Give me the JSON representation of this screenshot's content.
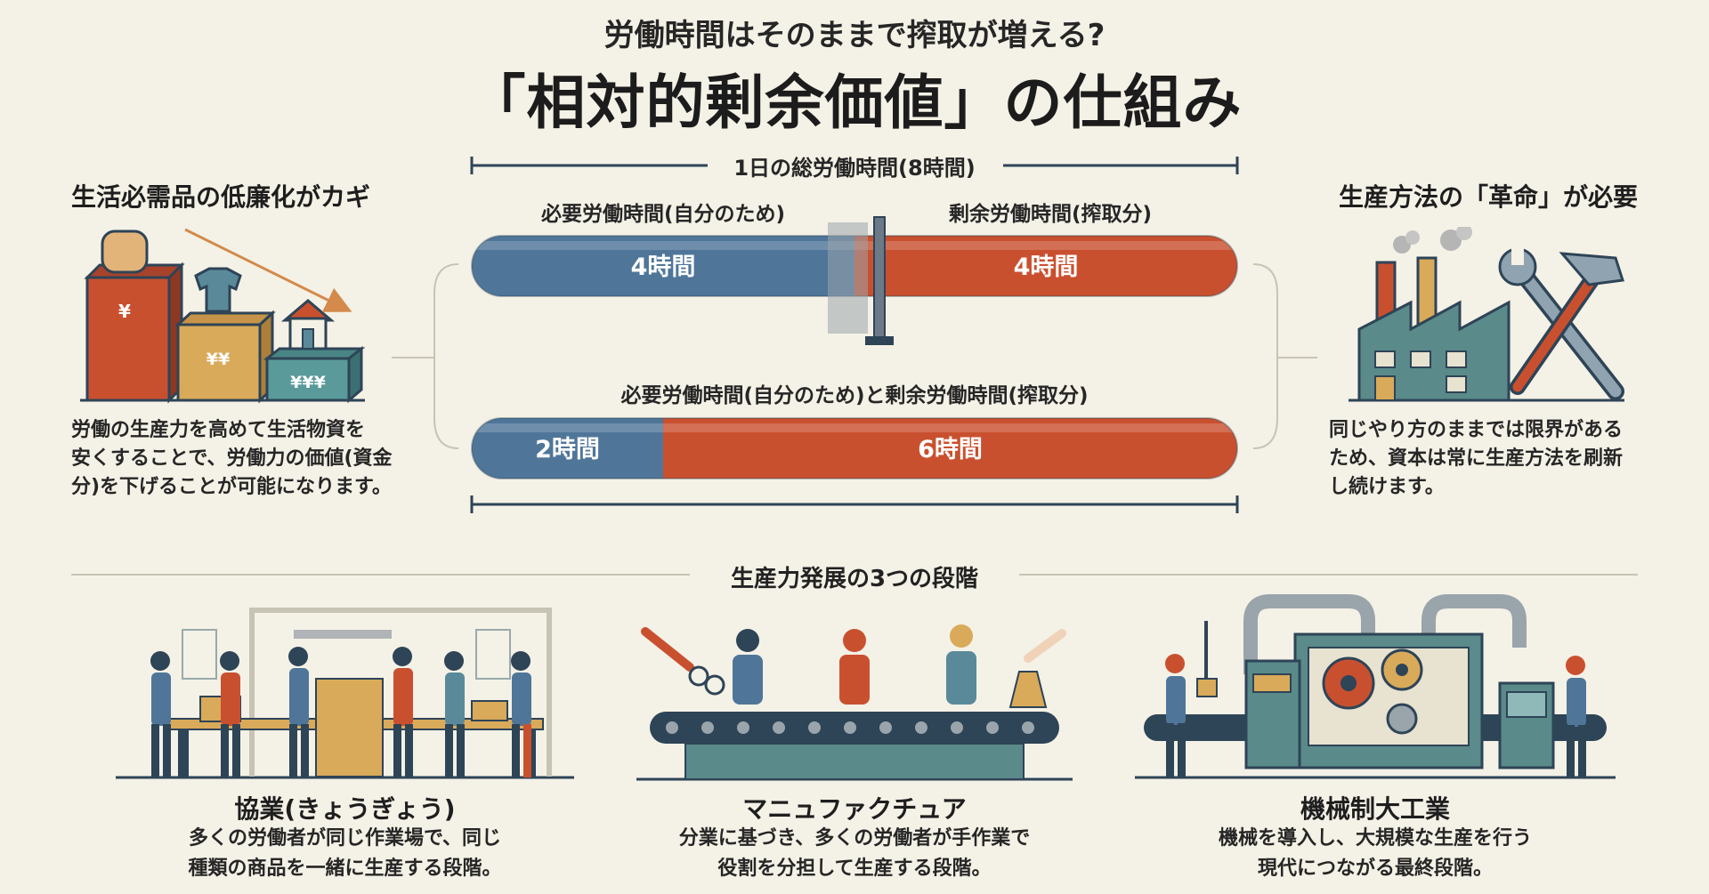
{
  "header": {
    "subtitle": "労働時間はそのままで搾取が増える?",
    "title": "「相対的剰余価値」の仕組み"
  },
  "left": {
    "heading": "生活必需品の低廉化がカギ",
    "text_lines": [
      "労働の生産力を高めて生活物資を",
      "安くすることで、労働力の価値(資金",
      "分)を下げることが可能になります。"
    ],
    "price_labels": [
      "¥",
      "¥¥",
      "¥¥¥"
    ]
  },
  "right": {
    "heading": "生産方法の「革命」が必要",
    "text_lines": [
      "同じやり方のままでは限界がある",
      "ため、資本は常に生産方法を刷新",
      "し続けます。"
    ]
  },
  "center": {
    "total_label": "1日の総労働時間(8時間)",
    "top_left_label": "必要労働時間(自分のため)",
    "top_right_label": "剰余労働時間(搾取分)",
    "bottom_label": "必要労働時間(自分のため)と剰余労働時間(搾取分)"
  },
  "chart_data": {
    "type": "bar",
    "series": [
      {
        "name": "必要労働時間(自分のため)",
        "values": [
          4,
          2
        ]
      },
      {
        "name": "剰余労働時間(搾取分)",
        "values": [
          4,
          6
        ]
      }
    ],
    "labels": [
      [
        "4時間",
        "4時間"
      ],
      [
        "2時間",
        "6時間"
      ]
    ]
  },
  "stages": {
    "heading": "生産力発展の3つの段階",
    "items": [
      {
        "title": "協業(きょうぎょう)",
        "lines": [
          "多くの労働者が同じ作業場で、同じ",
          "種類の商品を一緒に生産する段階。"
        ]
      },
      {
        "title": "マニュファクチュア",
        "lines": [
          "分業に基づき、多くの労働者が手作業で",
          "役割を分担して生産する段階。"
        ]
      },
      {
        "title": "機械制大工業",
        "lines": [
          "機械を導入し、大規模な生産を行う",
          "現代につながる最終段階。"
        ]
      }
    ]
  },
  "colors": {
    "blue": "#4f7699",
    "red": "#c9502f",
    "navy": "#2e4457",
    "teal": "#5a8a8a",
    "background": "#f4f1e6"
  }
}
